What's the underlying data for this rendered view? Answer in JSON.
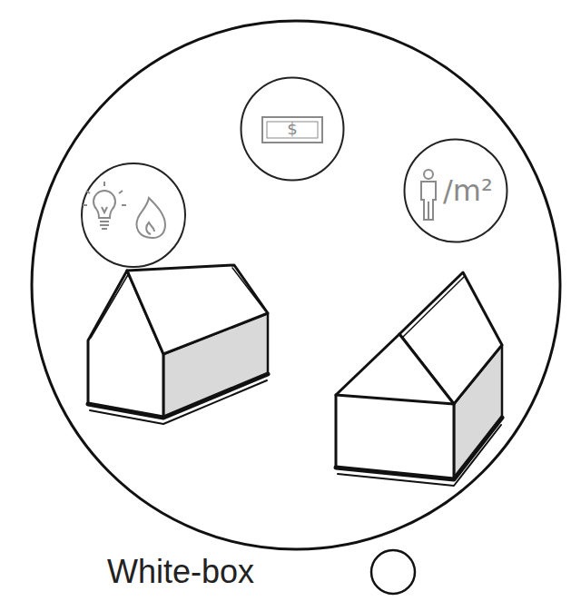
{
  "diagram": {
    "nodes": [
      {
        "text": [
          "$"
        ]
      },
      {
        "text": [
          "/m²"
        ]
      }
    ],
    "labels": [
      "White-box"
    ]
  }
}
